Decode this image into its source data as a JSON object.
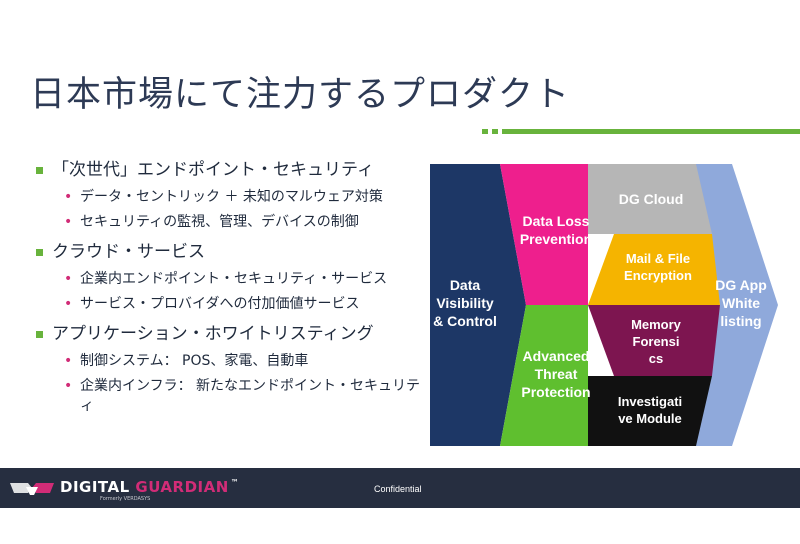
{
  "slide": {
    "title": "日本市場にて注力するプロダクト"
  },
  "bullets": [
    {
      "text": "「次世代」エンドポイント・セキュリティ",
      "subs": [
        "データ・セントリック ＋ 未知のマルウェア対策",
        "セキュリティの監視、管理、デバイスの制御"
      ]
    },
    {
      "text": "クラウド・サービス",
      "subs": [
        "企業内エンドポイント・セキュリティ・サービス",
        "サービス・プロバイダへの付加価値サービス"
      ]
    },
    {
      "text": "アプリケーション・ホワイトリスティング",
      "subs": [
        "制御システム： POS、家電、自動車",
        "企業内インフラ： 新たなエンドポイント・セキュリティ"
      ]
    }
  ],
  "diagram": {
    "data_visibility": [
      "Data",
      "Visibility",
      "& Control"
    ],
    "data_loss": [
      "Data Loss",
      "Prevention"
    ],
    "dg_cloud": "DG Cloud",
    "mail_file": [
      "Mail & File",
      "Encryption"
    ],
    "advanced_threat": [
      "Advanced",
      "Threat",
      "Protection"
    ],
    "memory_forensics": [
      "Memory",
      "Forensi",
      "cs"
    ],
    "investigative": [
      "Investigati",
      "ve Module"
    ],
    "dg_app": [
      "DG App",
      "White",
      "listing"
    ],
    "colors": {
      "navy": "#1d3766",
      "magenta": "#ee1f8d",
      "gray": "#b6b6b6",
      "yellow": "#f5b400",
      "green": "#5fbf2f",
      "purple": "#7d1550",
      "black": "#111111",
      "periwinkle": "#8fa9db"
    }
  },
  "footer": {
    "logo_word1": "DIGITAL",
    "logo_word2": "GUARDIAN",
    "logo_tm": "™",
    "logo_sub": "Formerly VERDASYS",
    "confidential": "Confidential",
    "logo_icon": "wing-shield-icon"
  }
}
